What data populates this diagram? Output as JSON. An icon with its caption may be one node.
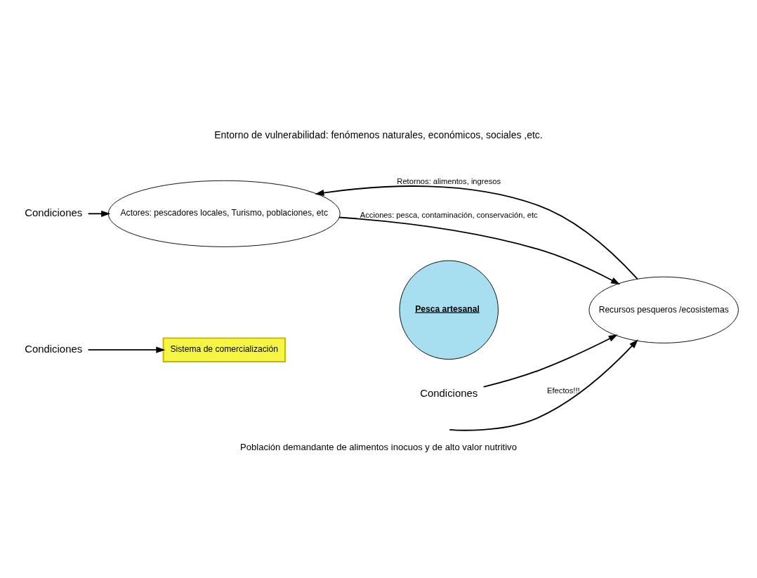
{
  "diagram": {
    "title": "Entorno de vulnerabilidad: fenómenos naturales, económicos, sociales ,etc.",
    "caption": "Población demandante de alimentos inocuos y de alto valor nutritivo",
    "nodes": [
      {
        "text": [
          "Condiciones"
        ]
      },
      {
        "text": [
          "Actores: pescadores locales, Turismo, poblaciones, etc"
        ]
      },
      {
        "text": [
          "Pesca artesanal"
        ]
      },
      {
        "text": [
          "Recursos pesqueros /ecosistemas"
        ]
      },
      {
        "text": [
          "Condiciones"
        ]
      },
      {
        "text": [
          "Condiciones"
        ]
      },
      {
        "text": [
          "Sistema de comercialización"
        ]
      }
    ],
    "edges": [
      {
        "from": 0,
        "to": 1,
        "arrow": "to"
      },
      {
        "from": 4,
        "to": 3,
        "arrow": "to"
      },
      {
        "from": 5,
        "to": 6,
        "arrow": "to"
      },
      {
        "from": 1,
        "to": 3,
        "arrow": "to",
        "label": "Acciones: pesca, contaminación, conservación, etc"
      },
      {
        "from": 3,
        "to": 1,
        "arrow": "to",
        "label": "Retornos: alimentos, ingresos"
      },
      {
        "from": null,
        "to": 3,
        "arrow": "to",
        "label": "Efectos!!!"
      }
    ]
  }
}
